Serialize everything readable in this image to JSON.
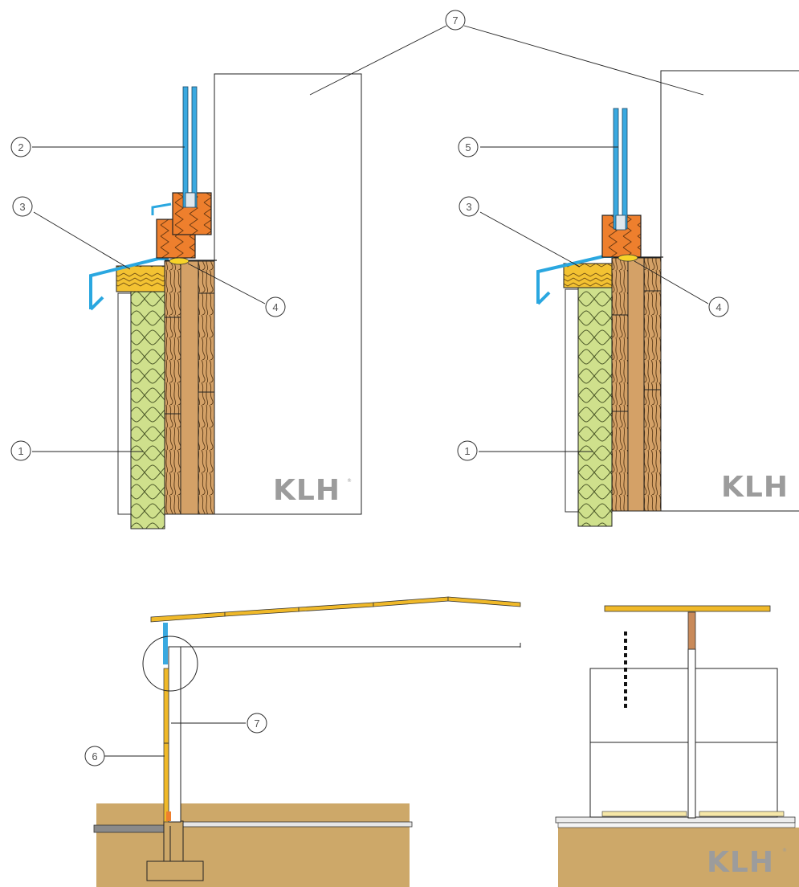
{
  "callouts": {
    "c1": "1",
    "c2": "2",
    "c3": "3",
    "c4": "4",
    "c5": "5",
    "c6": "6",
    "c7": "7"
  },
  "logo": {
    "text": "KLH",
    "mark": "®"
  },
  "colors": {
    "glass": "#3aa9e0",
    "frame_timber": "#ee7f2d",
    "sill_timber": "#f3c232",
    "insulation": "#cfe08c",
    "clt": "#d4a167",
    "flashing": "#2aa7e0",
    "ground": "#cda869",
    "roof_panel": "#f0b929",
    "post": "#c98a5a",
    "logo": "#9c9c9c"
  }
}
